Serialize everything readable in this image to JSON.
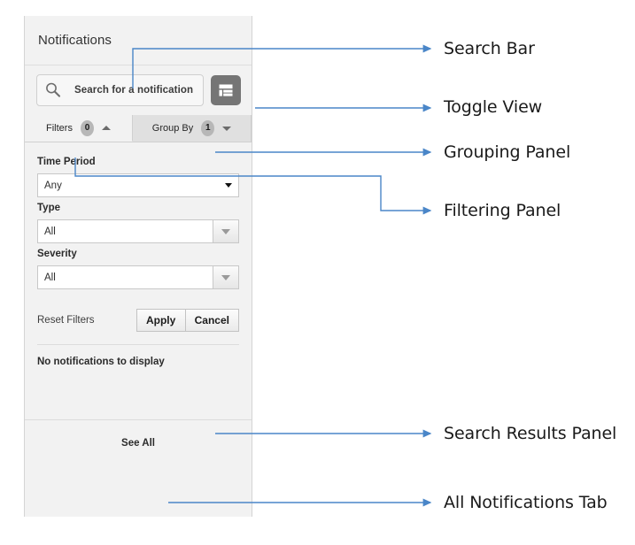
{
  "panel": {
    "title": "Notifications",
    "search": {
      "icon": "search-icon",
      "placeholder": "Search for a notification"
    },
    "toggle_view": {
      "icon": "list-view-icon",
      "color": "#757575"
    },
    "tabs": [
      {
        "label": "Filters",
        "badge": "0",
        "caret": "up",
        "active": true
      },
      {
        "label": "Group By",
        "badge": "1",
        "caret": "down",
        "active": false
      }
    ],
    "filters": {
      "fields": [
        {
          "label": "Time Period",
          "value": "Any",
          "style": "plain"
        },
        {
          "label": "Type",
          "value": "All",
          "style": "split"
        },
        {
          "label": "Severity",
          "value": "All",
          "style": "split"
        }
      ],
      "reset_label": "Reset Filters",
      "apply_label": "Apply",
      "cancel_label": "Cancel"
    },
    "results": {
      "empty_message": "No notifications to display"
    },
    "footer": {
      "see_all_label": "See All"
    }
  },
  "annotations": {
    "accent_color": "#4a86c8",
    "items": [
      {
        "label": "Search Bar"
      },
      {
        "label": "Toggle View"
      },
      {
        "label": "Grouping Panel"
      },
      {
        "label": "Filtering Panel"
      },
      {
        "label": "Search Results Panel"
      },
      {
        "label": "All Notifications Tab"
      }
    ]
  }
}
